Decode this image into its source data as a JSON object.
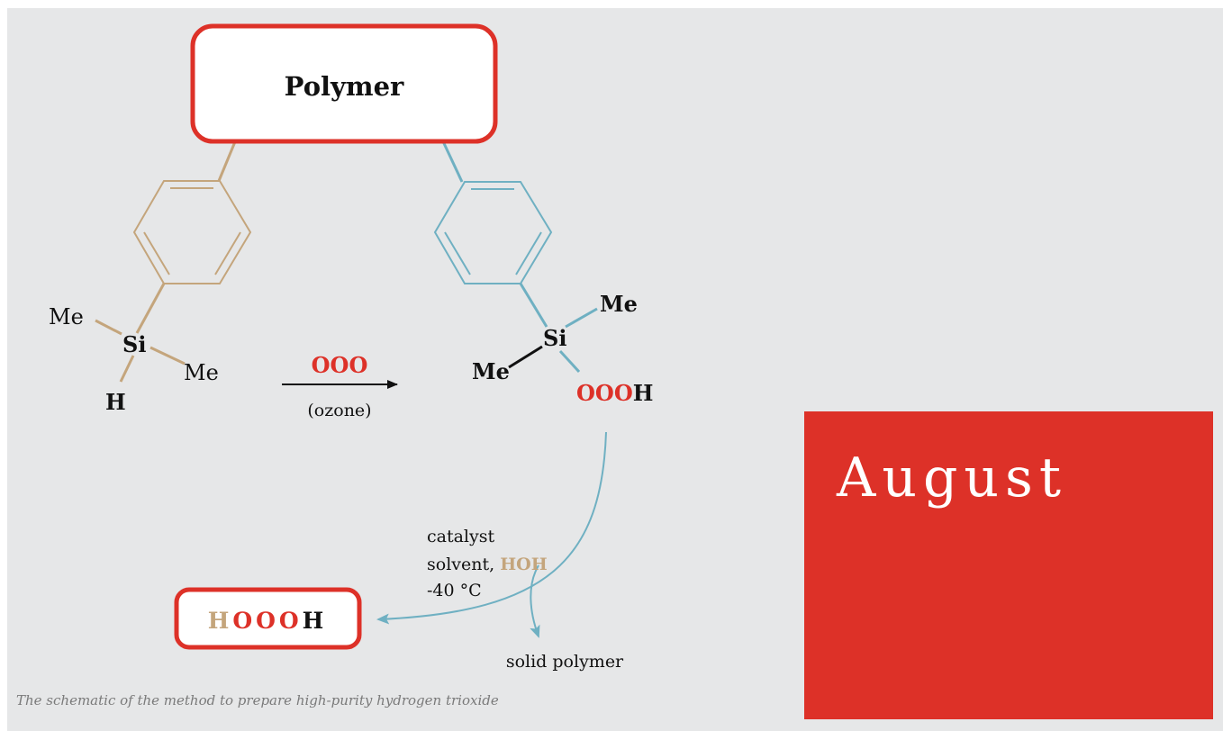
{
  "scheme": {
    "polymer_label": "Polymer",
    "reactant": {
      "me_left": "Me",
      "si": "Si",
      "me_right": "Me",
      "h": "H"
    },
    "reagent": {
      "formula": "OOO",
      "note": "(ozone)"
    },
    "product": {
      "me_top": "Me",
      "si": "Si",
      "me_left": "Me",
      "ooo": "OOO",
      "h": "H"
    },
    "conditions": {
      "line1": "catalyst",
      "line2_prefix": "solvent, ",
      "line2_reagent": "HOH",
      "line3": "-40 °C"
    },
    "final_product": {
      "h_left": "H",
      "o_part": "OOO",
      "h_right": "H"
    },
    "byproduct": "solid polymer",
    "caption": "The schematic of the method to prepare high-purity hydrogen trioxide"
  },
  "month": "August",
  "colors": {
    "background": "#e6e7e8",
    "accent_red": "#dd3128",
    "tan": "#c4a57c",
    "teal": "#6fb0c2",
    "text_dark": "#111111",
    "caption_gray": "#7a7a7a"
  }
}
